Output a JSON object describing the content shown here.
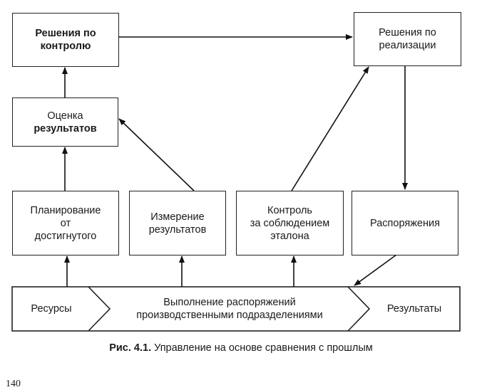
{
  "figure": {
    "boxes": {
      "control_decisions": [
        "Решения по",
        "контролю"
      ],
      "implementation_decisions": [
        "Решения по",
        "реализации"
      ],
      "results_evaluation": [
        "Оценка",
        "результатов"
      ],
      "planning": [
        "Планирование",
        "от",
        "достигнутого"
      ],
      "measurement": [
        "Измерение",
        "результатов"
      ],
      "standard_control": [
        "Контроль",
        "за соблюдением",
        "эталона"
      ],
      "orders": [
        "Распоряжения"
      ]
    },
    "process_bar": {
      "resources": "Ресурсы",
      "execution": [
        "Выполнение распоряжений",
        "производственными подразделениями"
      ],
      "results": "Результаты"
    },
    "connections": [
      {
        "from": "planning",
        "to": "results_evaluation"
      },
      {
        "from": "results_evaluation",
        "to": "control_decisions"
      },
      {
        "from": "measurement",
        "to": "results_evaluation"
      },
      {
        "from": "control_decisions",
        "to": "implementation_decisions"
      },
      {
        "from": "standard_control",
        "to": "implementation_decisions"
      },
      {
        "from": "implementation_decisions",
        "to": "orders"
      },
      {
        "from": "orders",
        "to": "process_bar"
      },
      {
        "from": "process_bar",
        "to": "planning"
      },
      {
        "from": "process_bar",
        "to": "measurement"
      },
      {
        "from": "process_bar",
        "to": "standard_control"
      }
    ]
  },
  "caption": {
    "label": "Рис. 4.1.",
    "text": "Управление на основе сравнения с прошлым"
  },
  "page_number": "140"
}
